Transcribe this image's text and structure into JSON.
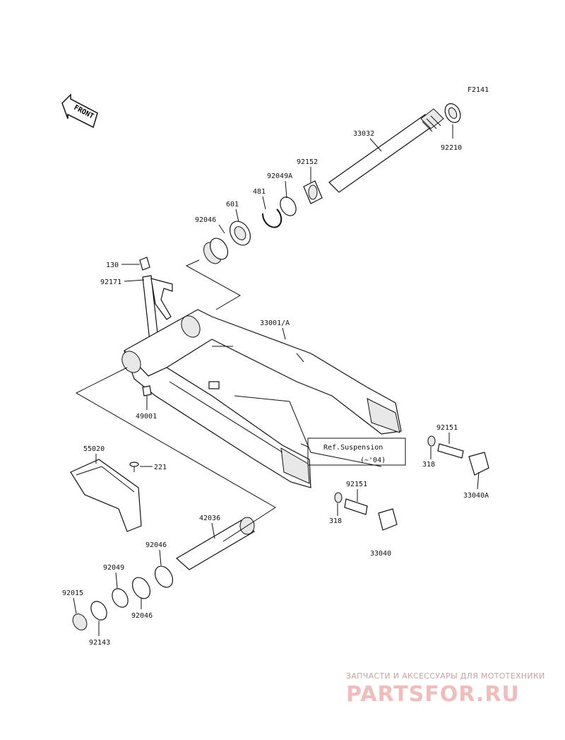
{
  "figure_code": "F2141",
  "front_label": "FRONT",
  "reference": {
    "line1": "Ref.Suspension",
    "line2": "(~'04)"
  },
  "parts": [
    {
      "key": "p92210",
      "number": "92210"
    },
    {
      "key": "p33032",
      "number": "33032"
    },
    {
      "key": "p92152",
      "number": "92152"
    },
    {
      "key": "p92049A",
      "number": "92049A"
    },
    {
      "key": "p481",
      "number": "481"
    },
    {
      "key": "p601",
      "number": "601"
    },
    {
      "key": "p92046a",
      "number": "92046"
    },
    {
      "key": "p130",
      "number": "130"
    },
    {
      "key": "p92171",
      "number": "92171"
    },
    {
      "key": "p33001A",
      "number": "33001/A"
    },
    {
      "key": "p49001",
      "number": "49001"
    },
    {
      "key": "p92151a",
      "number": "92151"
    },
    {
      "key": "p318a",
      "number": "318"
    },
    {
      "key": "p33040A",
      "number": "33040A"
    },
    {
      "key": "p55020",
      "number": "55020"
    },
    {
      "key": "p221",
      "number": "221"
    },
    {
      "key": "p92151b",
      "number": "92151"
    },
    {
      "key": "p318b",
      "number": "318"
    },
    {
      "key": "p33040",
      "number": "33040"
    },
    {
      "key": "p42036",
      "number": "42036"
    },
    {
      "key": "p92046b",
      "number": "92046"
    },
    {
      "key": "p92049",
      "number": "92049"
    },
    {
      "key": "p92015",
      "number": "92015"
    },
    {
      "key": "p92046c",
      "number": "92046"
    },
    {
      "key": "p92143",
      "number": "92143"
    }
  ],
  "watermark": {
    "tagline": "ЗАПЧАСТИ И АКСЕССУАРЫ ДЛЯ МОТОТЕХНИКИ",
    "brand": "PARTSFOR.RU",
    "color": "#f0bcbc"
  }
}
